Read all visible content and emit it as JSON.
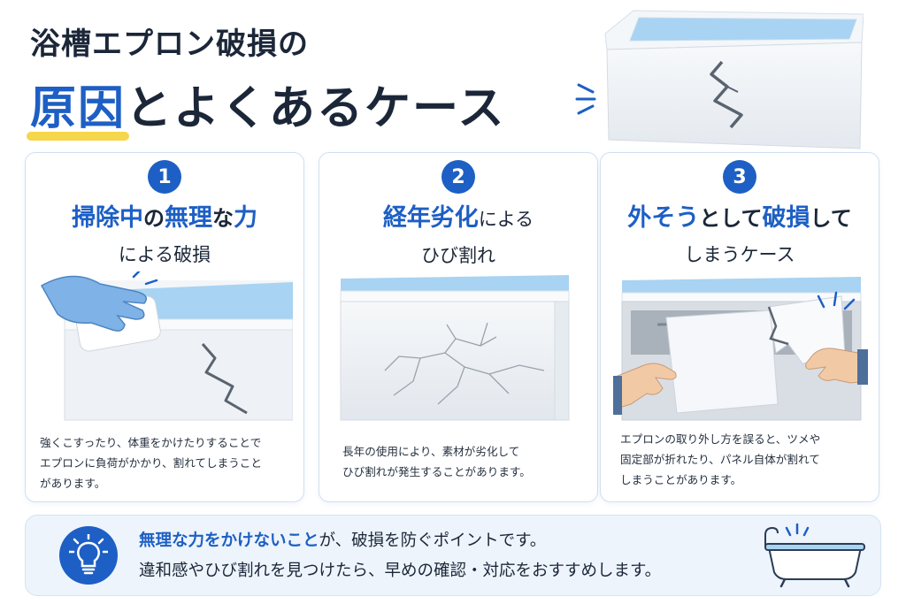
{
  "title": {
    "line1": "浴槽エプロン破損の",
    "accent": "原因",
    "rest": "とよくあるケース"
  },
  "cards": [
    {
      "number": "1",
      "heading": {
        "hl1": "掃除中",
        "t1": "の",
        "hl2": "無理",
        "t2": "な",
        "hl3": "力",
        "line2": "による破損"
      },
      "description": [
        "強くこすったり、体重をかけたりすることで",
        "エプロンに負荷がかかり、割れてしまうこと",
        "があります。"
      ]
    },
    {
      "number": "2",
      "heading": {
        "hl1": "経年劣化",
        "t1": "による",
        "line2": "ひび割れ"
      },
      "description": [
        "長年の使用により、素材が劣化して",
        "ひび割れが発生することがあります。"
      ]
    },
    {
      "number": "3",
      "heading": {
        "hl1": "外そう",
        "t1": "として",
        "hl2": "破損",
        "t2": "して",
        "line2": "しまうケース"
      },
      "description": [
        "エプロンの取り外し方を誤ると、ツメや",
        "固定部が折れたり、パネル自体が割れて",
        "しまうことがあります。"
      ]
    }
  ],
  "tip": {
    "line1_em": "無理な力をかけないこと",
    "line1_rest": "が、破損を防ぐポイントです。",
    "line2": "違和感やひび割れを見つけたら、早めの確認・対応をおすすめします。"
  },
  "colors": {
    "accent_blue": "#1d5fc4",
    "highlight_yellow": "#f6d64a",
    "water": "#a9d3f2",
    "glove": "#7fb2e6"
  },
  "icons": [
    "lightbulb-icon",
    "bathtub-icon",
    "spark-lines-icon"
  ]
}
